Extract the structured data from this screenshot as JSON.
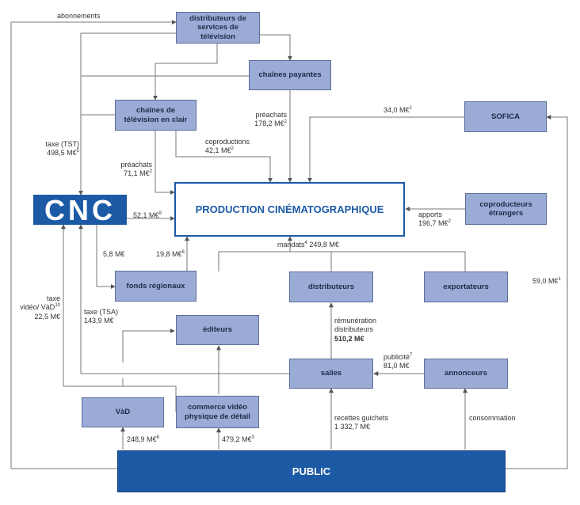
{
  "boxes": {
    "distributeurs_tv": "distributeurs de services de télévision",
    "chaines_payantes": "chaînes payantes",
    "chaines_clair": "chaînes de télévision en clair",
    "sofica": "SOFICA",
    "coproducteurs": "coproducteurs étrangers",
    "fonds_regionaux": "fonds régionaux",
    "distributeurs": "distributeurs",
    "exportateurs": "exportateurs",
    "editeurs": "éditeurs",
    "salles": "salles",
    "annonceurs": "annonceurs",
    "vad": "VàD",
    "commerce_video": "commerce vidéo physique de détail",
    "production": "PRODUCTION CINÉMATOGRAPHIQUE",
    "public": "PUBLIC"
  },
  "logo": {
    "text": "CNC"
  },
  "labels": {
    "abonnements": "abonnements",
    "prachats_payantes": "préachats",
    "prachats_payantes_value": "178,2 M€",
    "prachats_payantes_note": "2",
    "sofica_value": "34,0 M€",
    "sofica_note": "2",
    "taxe_tst": "taxe (TST)",
    "taxe_tst_value": "498,5 M€",
    "taxe_tst_note": "5",
    "coproductions": "coproductions",
    "coproductions_value": "42,1 M€",
    "coproductions_note": "2",
    "prachats_clair": "préachats",
    "prachats_clair_value": "71,1 M€",
    "prachats_clair_note": "2",
    "cnc_value": "52,1 M€",
    "cnc_note": "9",
    "apports": "apports",
    "apports_value": "196,7 M€",
    "apports_note": "2",
    "cnc_fonds": "5,8 M€",
    "fonds_prod": "19,8 M€",
    "fonds_prod_note": "8",
    "mandats": "mandats",
    "mandats_note": "4",
    "mandats_value": "249,8 M€",
    "public_sofica": "59,0 M€",
    "public_sofica_note": "1",
    "taxe_vad": "taxe",
    "taxe_vad_2": "vidéo/ VàD",
    "taxe_vad_note": "10",
    "taxe_vad_value": "22,5 M€",
    "taxe_tsa": "taxe (TSA)",
    "taxe_tsa_value": "143,9 M€",
    "remuneration": "rémunération",
    "remuneration_2": "distributeurs",
    "remuneration_value": "510,2 M€",
    "publicite": "publicité",
    "publicite_note": "7",
    "publicite_value": "81,0 M€",
    "vad_value": "248,9 M€",
    "vad_note": "6",
    "commerce_value": "479,2 M€",
    "commerce_note": "3",
    "recettes": "recettes guichets",
    "recettes_value": "1 332,7 M€",
    "consommation": "consommation"
  },
  "colors": {
    "box": "#9aabd6",
    "box_border": "#5d6d99",
    "accent": "#1c5aa6",
    "line": "#6b6b6b"
  }
}
